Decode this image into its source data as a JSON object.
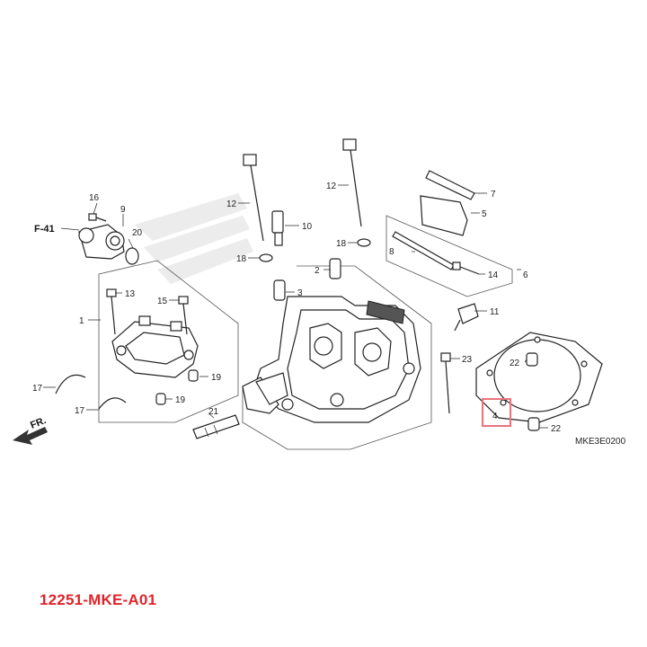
{
  "callouts": {
    "c1": "1",
    "c2": "2",
    "c3": "3",
    "c4": "4",
    "c5": "5",
    "c6": "6",
    "c7": "7",
    "c8": "8",
    "c9": "9",
    "c10": "10",
    "c11": "11",
    "c12a": "12",
    "c12b": "12",
    "c13": "13",
    "c14": "14",
    "c15": "15",
    "c16": "16",
    "c17a": "17",
    "c17b": "17",
    "c18a": "18",
    "c18b": "18",
    "c19a": "19",
    "c19b": "19",
    "c20": "20",
    "c21": "21",
    "c22a": "22",
    "c22b": "22",
    "c23": "23"
  },
  "reference": "F-41",
  "front_marker": "FR.",
  "figure_code": "MKE3E0200",
  "part_number": "12251-MKE-A01",
  "highlight_color": "#e8747c",
  "part_number_color": "#e0242b"
}
